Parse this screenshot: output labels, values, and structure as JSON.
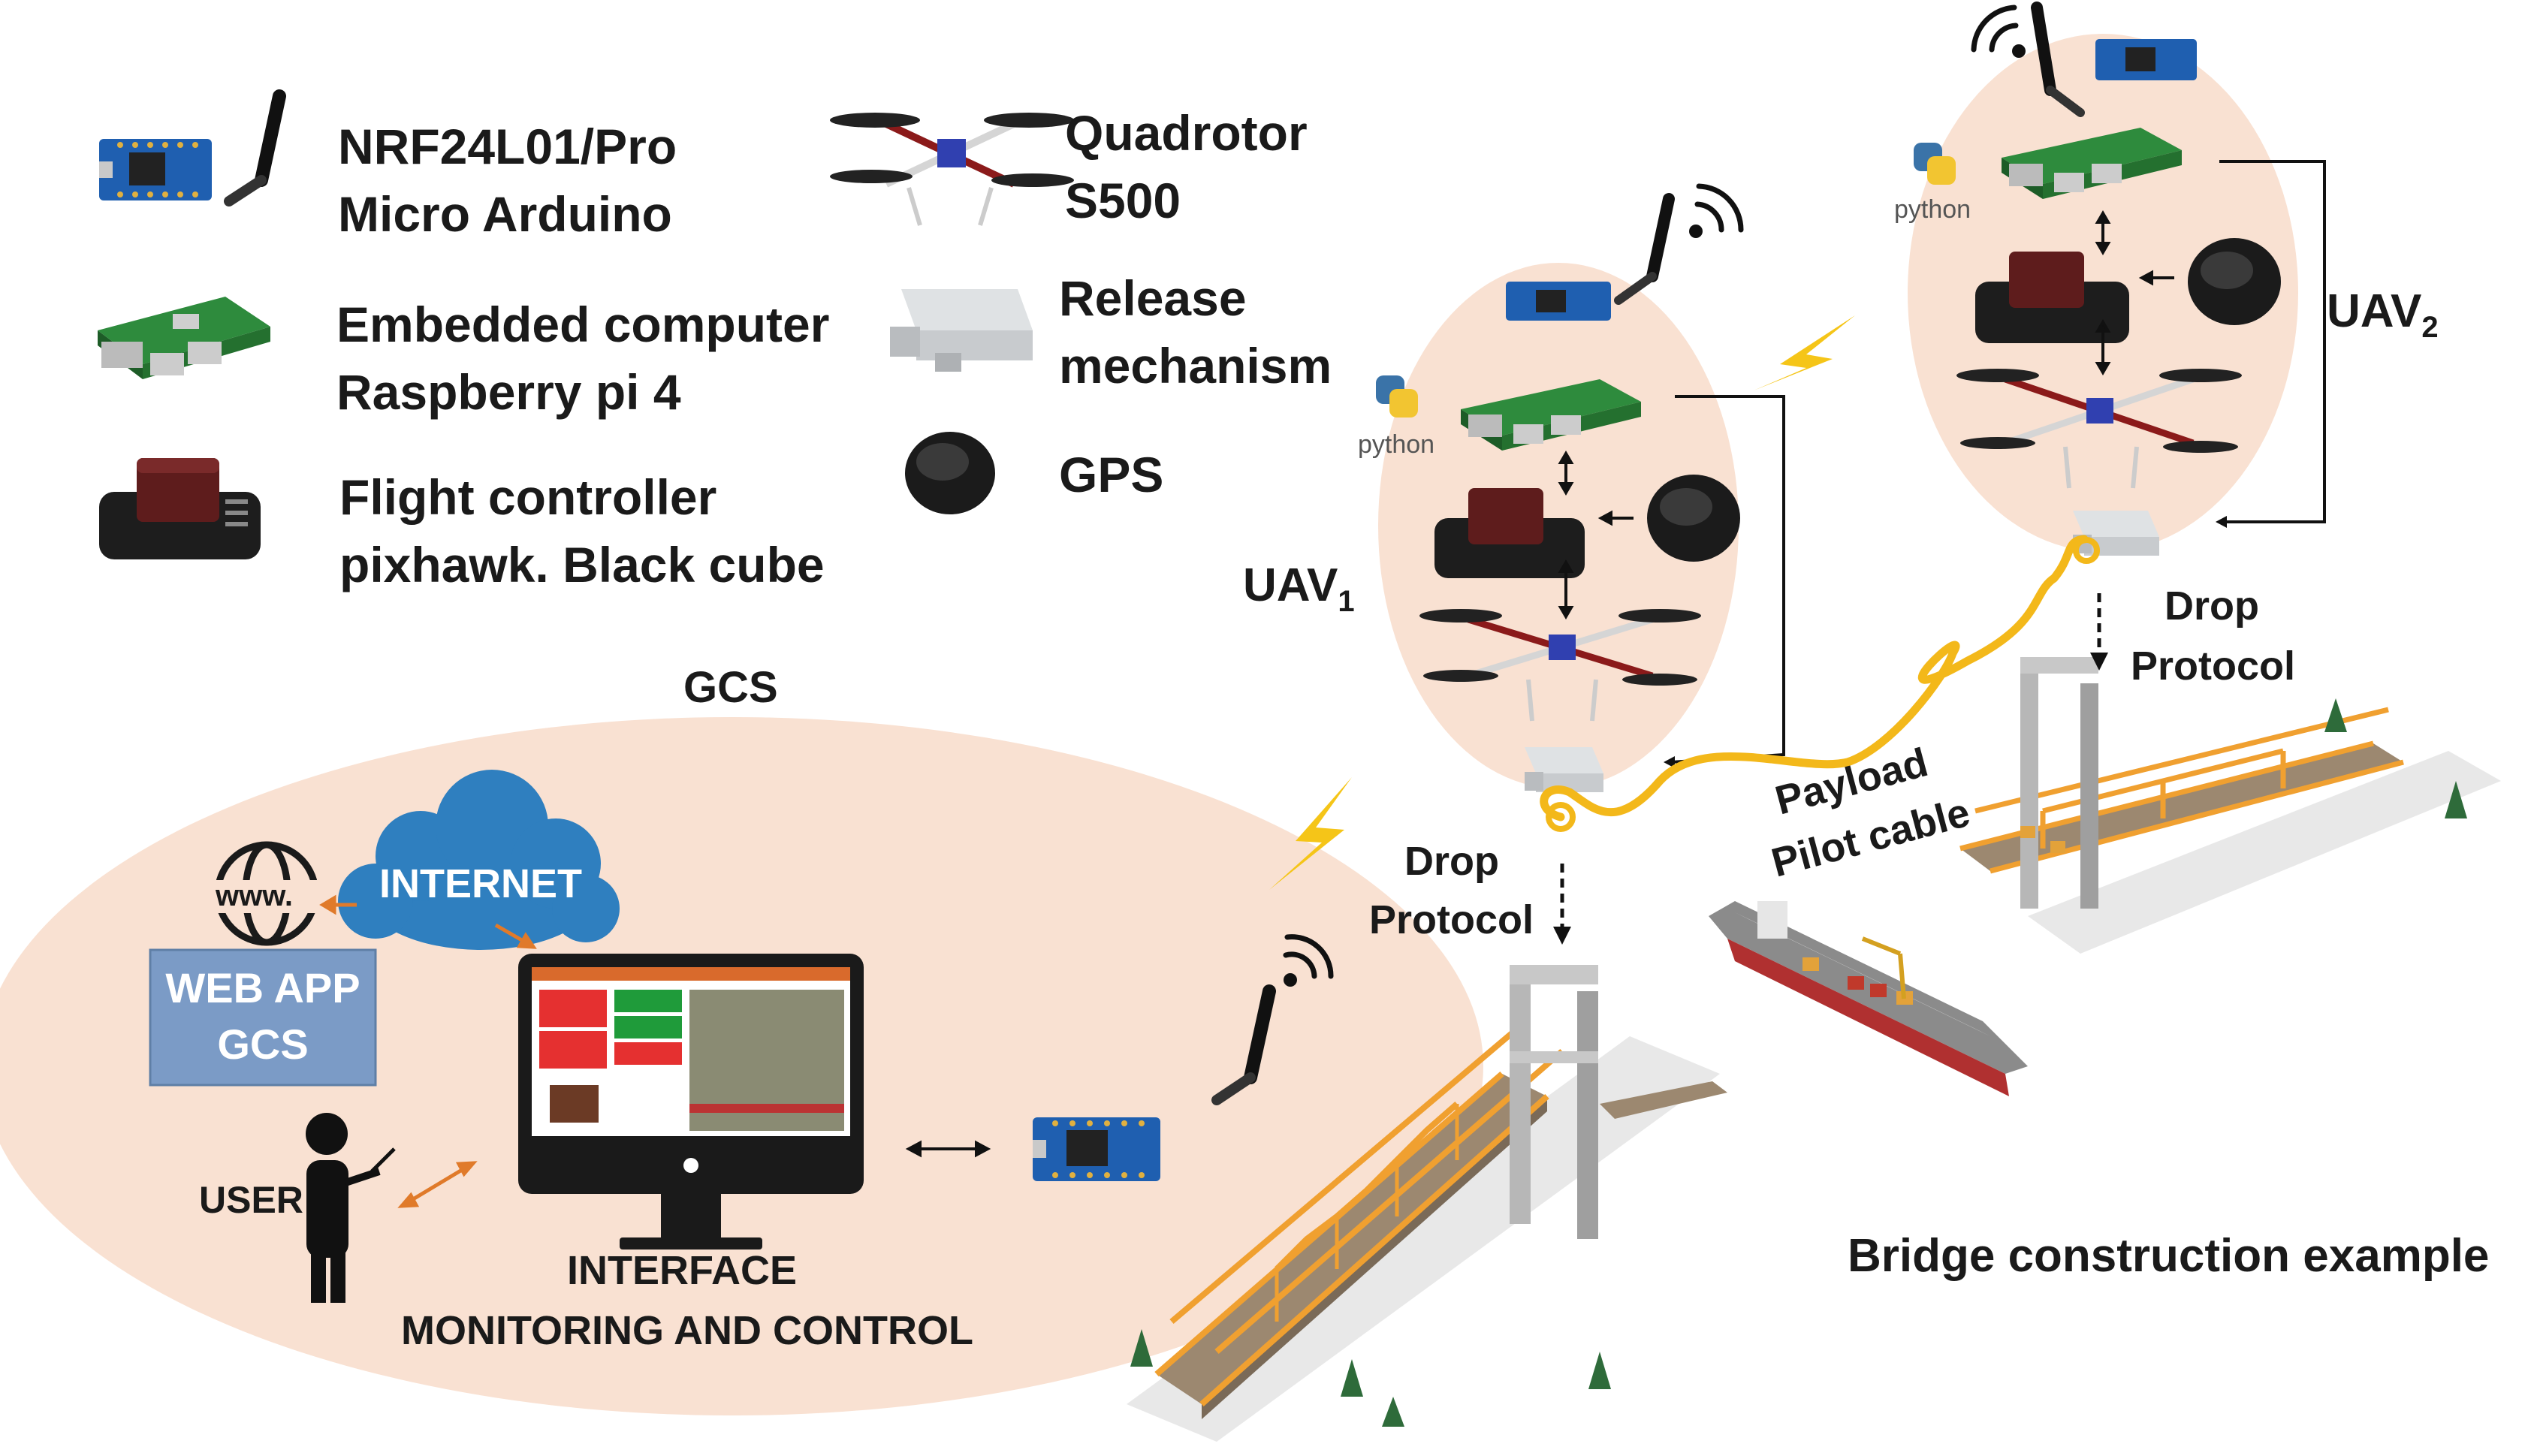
{
  "legend": {
    "nrf_line1": "NRF24L01/Pro",
    "nrf_line2": "Micro Arduino",
    "computer_line1": "Embedded computer",
    "computer_line2": "Raspberry pi 4",
    "fc_line1": "Flight controller",
    "fc_line2": "pixhawk. Black cube",
    "quad_line1": "Quadrotor",
    "quad_line2": "S500",
    "release_line1": "Release",
    "release_line2": "mechanism",
    "gps": "GPS"
  },
  "gcs": {
    "title": "GCS",
    "internet": "INTERNET",
    "www": "www.",
    "webapp_line1": "WEB APP",
    "webapp_line2": "GCS",
    "user": "USER",
    "interface_line1": "INTERFACE",
    "interface_line2": "MONITORING AND CONTROL"
  },
  "uav1": {
    "label": "UAV",
    "sub": "1",
    "python": "python"
  },
  "uav2": {
    "label": "UAV",
    "sub": "2",
    "python": "python"
  },
  "drop1": {
    "line1": "Drop",
    "line2": "Protocol"
  },
  "drop2": {
    "line1": "Drop",
    "line2": "Protocol"
  },
  "payload": {
    "line1": "Payload",
    "line2": "Pilot cable"
  },
  "bridge_caption": "Bridge construction example",
  "colors": {
    "region_fill": "#f9e1d2",
    "webapp_fill": "#7b9bc6",
    "cloud_fill": "#2f7fbf",
    "cable": "#f3b81a",
    "bridge_orange": "#f0a030",
    "arrow_orange": "#e07a2a"
  }
}
